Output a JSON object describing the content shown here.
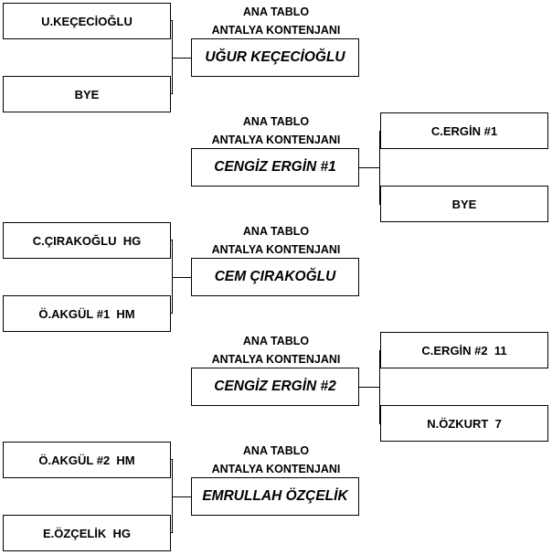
{
  "brackets": [
    {
      "players": [
        "U.KEÇECİOĞLU",
        "BYE"
      ],
      "header": [
        "ANA TABLO",
        "ANTALYA KONTENJANI"
      ],
      "winner": "UĞUR KEÇECİOĞLU",
      "side": "left"
    },
    {
      "players": [
        "C.ERGİN #1",
        "BYE"
      ],
      "header": [
        "ANA TABLO",
        "ANTALYA KONTENJANI"
      ],
      "winner": "CENGİZ ERGİN #1",
      "side": "right"
    },
    {
      "players": [
        "C.ÇIRAKOĞLU  HG",
        "Ö.AKGÜL #1  HM"
      ],
      "header": [
        "ANA TABLO",
        "ANTALYA KONTENJANI"
      ],
      "winner": "CEM ÇIRAKOĞLU",
      "side": "left"
    },
    {
      "players": [
        "C.ERGİN #2  11",
        "N.ÖZKURT  7"
      ],
      "header": [
        "ANA TABLO",
        "ANTALYA KONTENJANI"
      ],
      "winner": "CENGİZ ERGİN #2",
      "side": "right"
    },
    {
      "players": [
        "Ö.AKGÜL #2  HM",
        "E.ÖZÇELİK  HG"
      ],
      "header": [
        "ANA TABLO",
        "ANTALYA KONTENJANI"
      ],
      "winner": "EMRULLAH ÖZÇELİK",
      "side": "left"
    }
  ]
}
